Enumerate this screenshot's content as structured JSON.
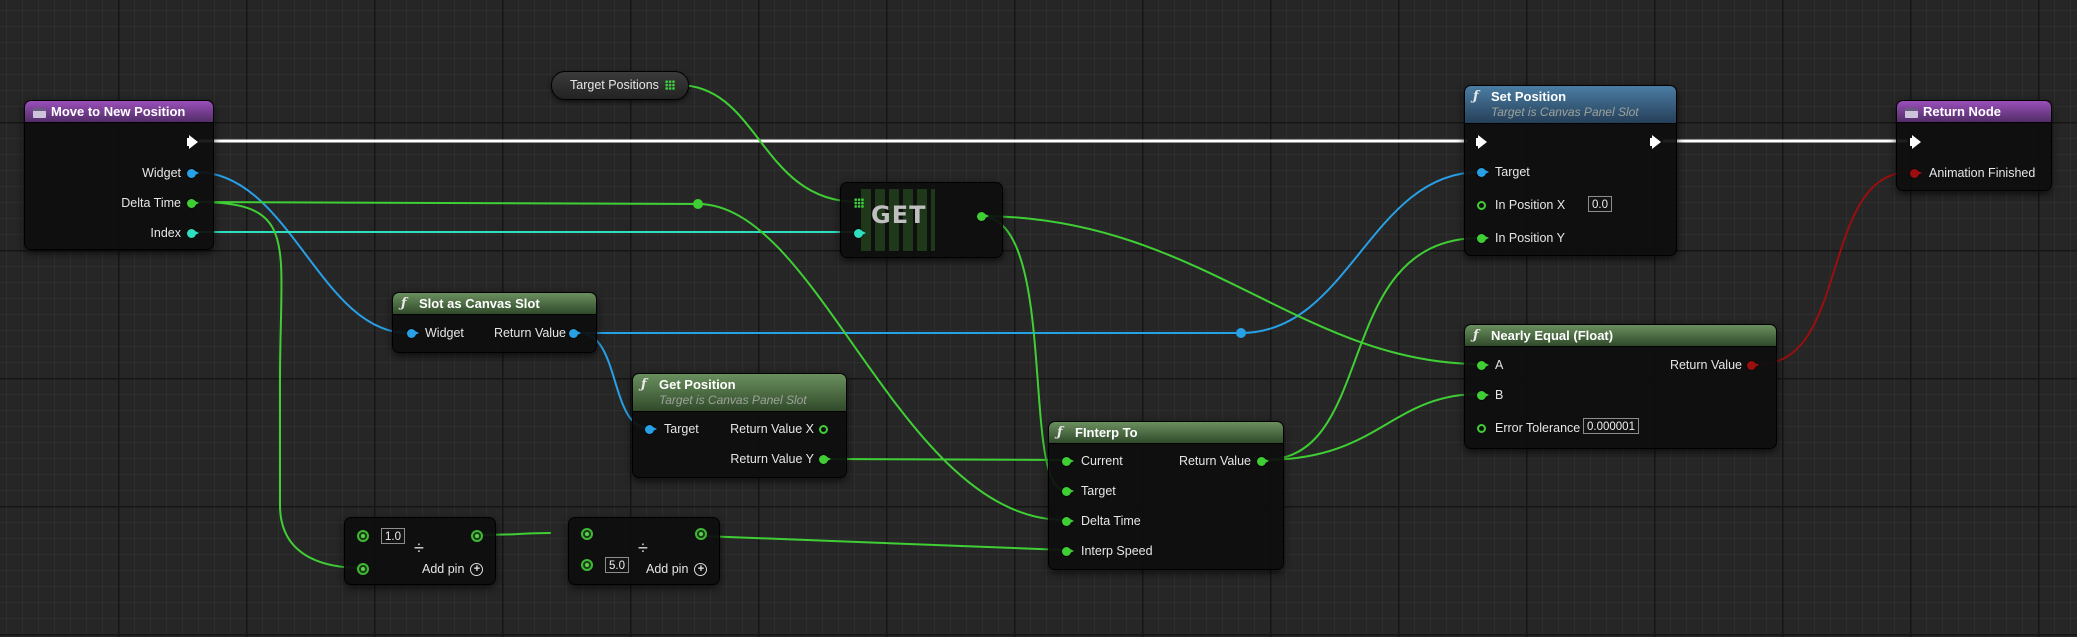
{
  "colors": {
    "exec": "#ffffff",
    "object": "#27a0e6",
    "float": "#3fcf35",
    "integer": "#2ee0c0",
    "boolean": "#9b0e0e"
  },
  "move_node": {
    "title": "Move to New Position",
    "pins": [
      "Widget",
      "Delta Time",
      "Index"
    ]
  },
  "target_positions": {
    "label": "Target Positions"
  },
  "get_node": {
    "label": "GET"
  },
  "slot_node": {
    "title": "Slot as Canvas Slot",
    "input": "Widget",
    "output": "Return Value"
  },
  "get_position": {
    "title": "Get Position",
    "subtitle": "Target is Canvas Panel Slot",
    "input": "Target",
    "outputs": [
      "Return Value X",
      "Return Value Y"
    ]
  },
  "divide1": {
    "value": "1.0",
    "add_pin": "Add pin"
  },
  "divide2": {
    "value": "5.0",
    "add_pin": "Add pin"
  },
  "finterp": {
    "title": "FInterp To",
    "inputs": [
      "Current",
      "Target",
      "Delta Time",
      "Interp Speed"
    ],
    "output": "Return Value"
  },
  "set_position": {
    "title": "Set Position",
    "subtitle": "Target is Canvas Panel Slot",
    "pins": [
      "Target",
      "In Position X",
      "In Position Y"
    ],
    "in_position_x_value": "0.0"
  },
  "nearly_equal": {
    "title": "Nearly Equal (Float)",
    "inputs": [
      "A",
      "B",
      "Error Tolerance"
    ],
    "output": "Return Value",
    "error_tolerance_value": "0.000001"
  },
  "return_node": {
    "title": "Return Node",
    "pin": "Animation Finished"
  }
}
